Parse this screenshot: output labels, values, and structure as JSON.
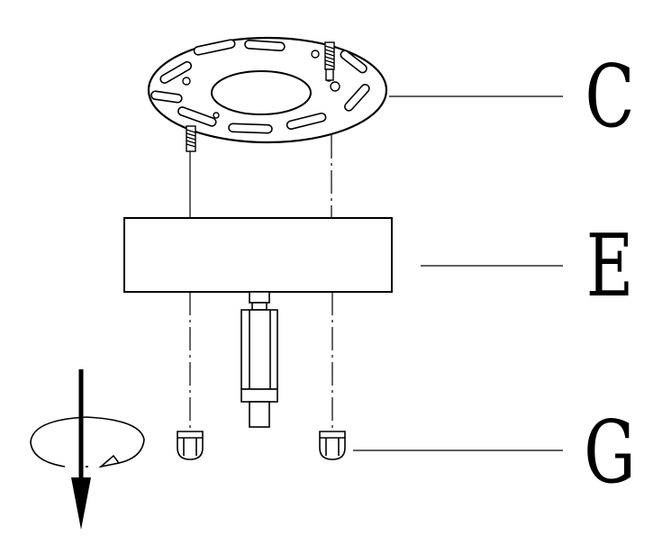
{
  "diagram": {
    "type": "assembly-exploded-view",
    "callouts": [
      {
        "id": "C",
        "label": "C",
        "part": "mounting-plate"
      },
      {
        "id": "E",
        "label": "E",
        "part": "fixture-body"
      },
      {
        "id": "G",
        "label": "G",
        "part": "cap-nuts"
      }
    ],
    "indicators": {
      "rotation": "clockwise",
      "direction": "down"
    },
    "colors": {
      "stroke": "#000000",
      "background": "#ffffff"
    }
  }
}
